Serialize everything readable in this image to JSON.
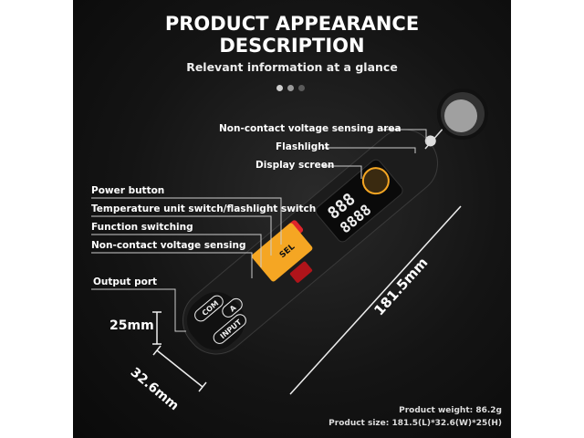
{
  "header": {
    "title_line1": "PRODUCT APPEARANCE",
    "title_line2": "DESCRIPTION",
    "subtitle": "Relevant information at a glance",
    "carousel_dots": 3,
    "active_dot": 1
  },
  "labels": {
    "sensing_area": "Non-contact voltage sensing area",
    "flashlight": "Flashlight",
    "display": "Display screen",
    "power": "Power button",
    "temp_switch": "Temperature unit switch/flashlight switch",
    "function": "Function switching",
    "ncv": "Non-contact voltage sensing",
    "output": "Output port"
  },
  "device": {
    "buttons": [
      "SEL"
    ],
    "ports": [
      "COM",
      "A",
      "INPUT"
    ],
    "colors": {
      "body": "#1c1c1c",
      "accent": "#f5a623",
      "power": "#e0242b",
      "screen": "#0a0a0a"
    }
  },
  "dimensions": {
    "length": "181.5mm",
    "height": "25mm",
    "width": "32.6mm"
  },
  "specs": {
    "weight": "Product weight:  86.2g",
    "size": "Product size:  181.5(L)*32.6(W)*25(H)"
  }
}
